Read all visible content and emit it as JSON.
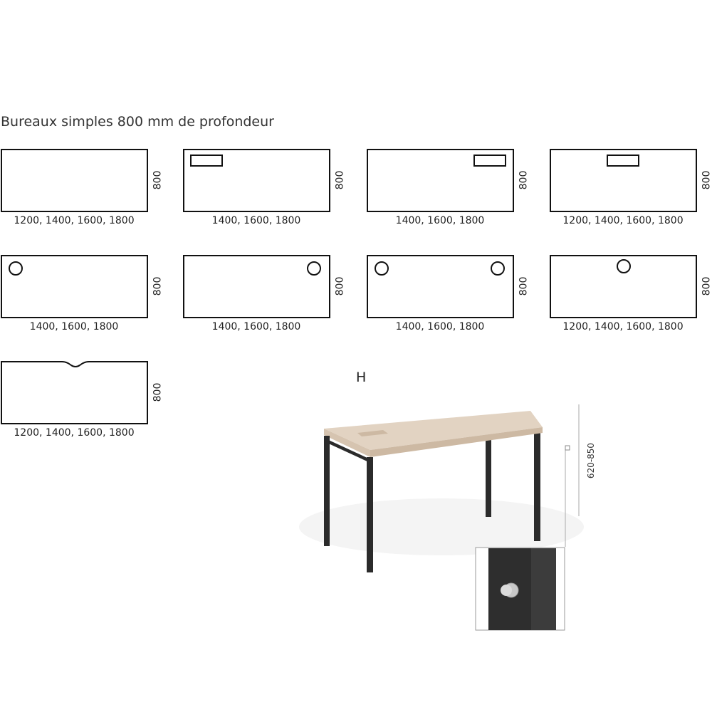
{
  "title": "Bureaux simples 800 mm de profondeur",
  "depth_label": "800",
  "desks": [
    {
      "type": "plain",
      "widths": "1200, 1400, 1600, 1800"
    },
    {
      "type": "slot-left",
      "widths": "1400, 1600, 1800"
    },
    {
      "type": "slot-right",
      "widths": "1400, 1600, 1800"
    },
    {
      "type": "slot-center",
      "widths": "1200, 1400, 1600, 1800"
    },
    {
      "type": "hole-left",
      "widths": "1400, 1600, 1800"
    },
    {
      "type": "hole-right",
      "widths": "1400, 1600, 1800"
    },
    {
      "type": "hole-both",
      "widths": "1400, 1600, 1800"
    },
    {
      "type": "hole-center",
      "widths": "1200, 1400, 1600, 1800"
    },
    {
      "type": "notch",
      "widths": "1200, 1400, 1600, 1800"
    }
  ],
  "height_section": {
    "label": "H",
    "range": "620-850"
  },
  "colors": {
    "frame": "#2b2b2b",
    "top": "#e2d3c2"
  }
}
